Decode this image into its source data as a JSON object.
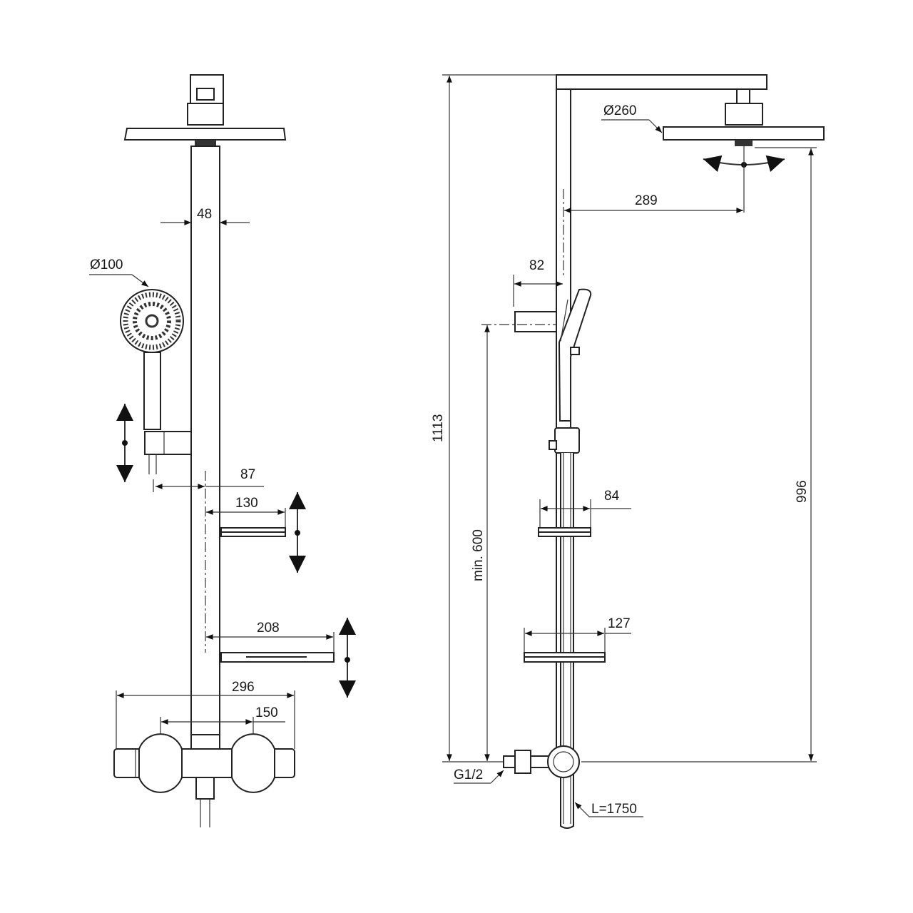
{
  "front_view": {
    "dimensions": {
      "riser_width": "48",
      "hand_shower_diameter": "Ø100",
      "holder_offset": "87",
      "small_shelf_depth": "130",
      "large_shelf_depth": "208",
      "mixer_width": "296",
      "mixer_centres": "150"
    }
  },
  "side_view": {
    "dimensions": {
      "overhead_diameter": "Ø260",
      "arm_projection": "289",
      "holder_projection": "82",
      "total_height": "1113",
      "head_height": "996",
      "min_holder_height": "min. 600",
      "small_shelf_width": "84",
      "large_shelf_width": "127",
      "connection_thread": "G1/2",
      "hose_length": "L=1750"
    }
  },
  "colors": {
    "line": "#222222",
    "background": "#ffffff"
  }
}
